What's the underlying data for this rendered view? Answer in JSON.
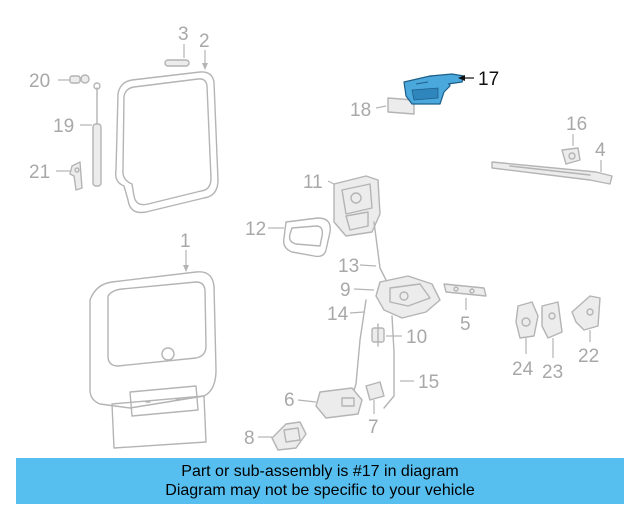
{
  "callouts": {
    "c1": "1",
    "c2": "2",
    "c3": "3",
    "c4": "4",
    "c5": "5",
    "c6": "6",
    "c7": "7",
    "c8": "8",
    "c9": "9",
    "c10": "10",
    "c11": "11",
    "c12": "12",
    "c13": "13",
    "c14": "14",
    "c15": "15",
    "c16": "16",
    "c17": "17",
    "c18": "18",
    "c19": "19",
    "c20": "20",
    "c21": "21",
    "c22": "22",
    "c23": "23",
    "c24": "24"
  },
  "highlight_color": "#4aa8dd",
  "banner": {
    "line1": "Part or sub-assembly is #17 in diagram",
    "line2": "Diagram may not be specific to your vehicle",
    "color": "#56bff0"
  }
}
